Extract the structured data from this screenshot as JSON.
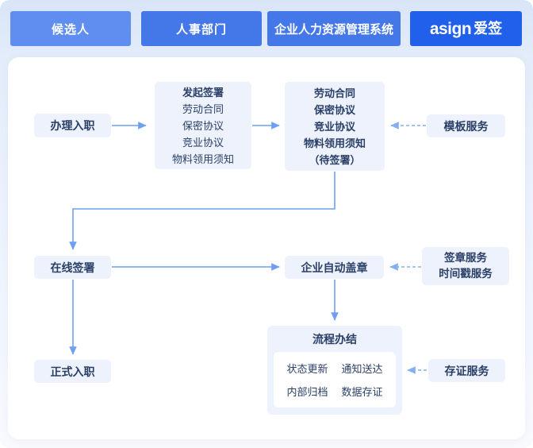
{
  "header": {
    "lanes": [
      {
        "label": "候选人"
      },
      {
        "label": "人事部门"
      },
      {
        "label": "企业人力资源管理系统"
      }
    ],
    "logo": {
      "latin": "asign",
      "cn": "爱签"
    }
  },
  "flow": {
    "onboard": {
      "label": "办理入职"
    },
    "initiate": {
      "title": "发起签署",
      "lines": [
        "劳动合同",
        "保密协议",
        "竞业协议",
        "物料领用须知"
      ]
    },
    "pending": {
      "lines": [
        "劳动合同",
        "保密协议",
        "竞业协议",
        "物料领用须知",
        "（待签署）"
      ]
    },
    "template_service": {
      "label": "模板服务"
    },
    "online_sign": {
      "label": "在线签署"
    },
    "auto_stamp": {
      "label": "企业自动盖章"
    },
    "seal_service": {
      "lines": [
        "签章服务",
        "时间戳服务"
      ]
    },
    "formal": {
      "label": "正式入职"
    },
    "completion": {
      "title": "流程办结",
      "items": [
        "状态更新",
        "通知送达",
        "内部归档",
        "数据存证"
      ]
    },
    "evidence_service": {
      "label": "存证服务"
    }
  },
  "colors": {
    "lane_candidate": "#5f8ef0",
    "lane_hr": "#4478e8",
    "lane_system": "#4478e8",
    "brand_blue": "#2160ea",
    "node_background": "#edf2fd",
    "node_text": "#2a3f66",
    "arrow_solid": "#6d9ff2",
    "arrow_dashed": "#85aef3"
  }
}
